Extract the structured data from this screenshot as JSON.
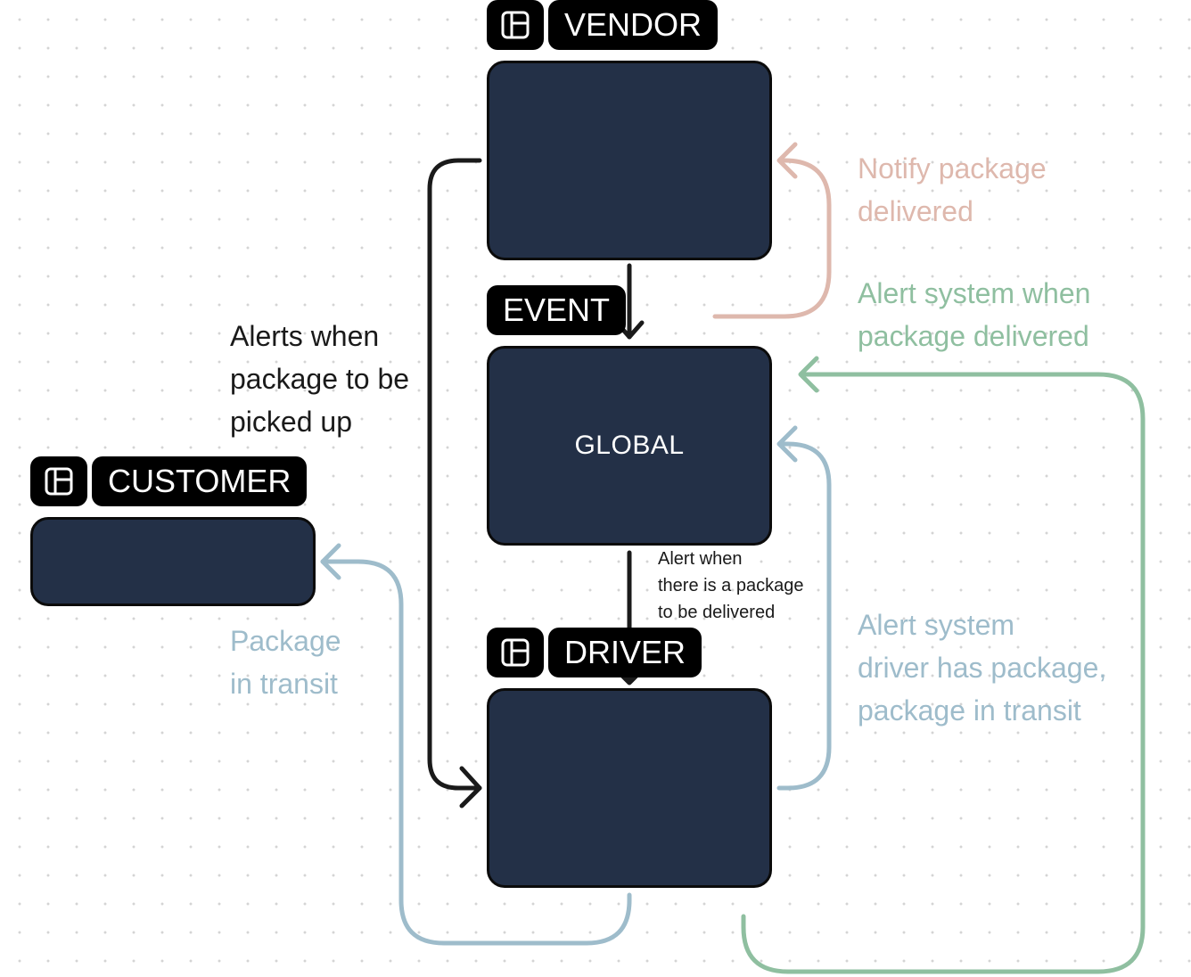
{
  "nodes": {
    "vendor": {
      "tag": "VENDOR",
      "icon": "table-layout-icon"
    },
    "event": {
      "tag": "EVENT",
      "label": "GLOBAL"
    },
    "customer": {
      "tag": "CUSTOMER",
      "icon": "table-layout-icon"
    },
    "driver": {
      "tag": "DRIVER",
      "icon": "table-layout-icon"
    }
  },
  "annotations": {
    "notify_package_delivered": {
      "lines": [
        "Notify package",
        "delivered"
      ],
      "color": "#deb8ad"
    },
    "alert_system_delivered": {
      "lines": [
        "Alert system when",
        "package delivered"
      ],
      "color": "#8fbfa0"
    },
    "alerts_pickup": {
      "lines": [
        "Alerts when",
        "package to be",
        "picked up"
      ],
      "color": "#1a1a1a"
    },
    "alert_to_be_delivered": {
      "lines": [
        "Alert when",
        "there is a package",
        "to be delivered"
      ],
      "color": "#1a1a1a"
    },
    "package_in_transit": {
      "lines": [
        "Package",
        "in transit"
      ],
      "color": "#9ebccb"
    },
    "alert_driver_has_package": {
      "lines": [
        "Alert system",
        "driver has package,",
        "package in transit"
      ],
      "color": "#9ebccb"
    }
  },
  "colors": {
    "box_fill": "#233047",
    "box_border": "#0b0b0b",
    "connector_dark": "#1a1a1a",
    "connector_pink": "#deb8ad",
    "connector_green": "#8fbfa0",
    "connector_blue": "#9ebccb"
  }
}
